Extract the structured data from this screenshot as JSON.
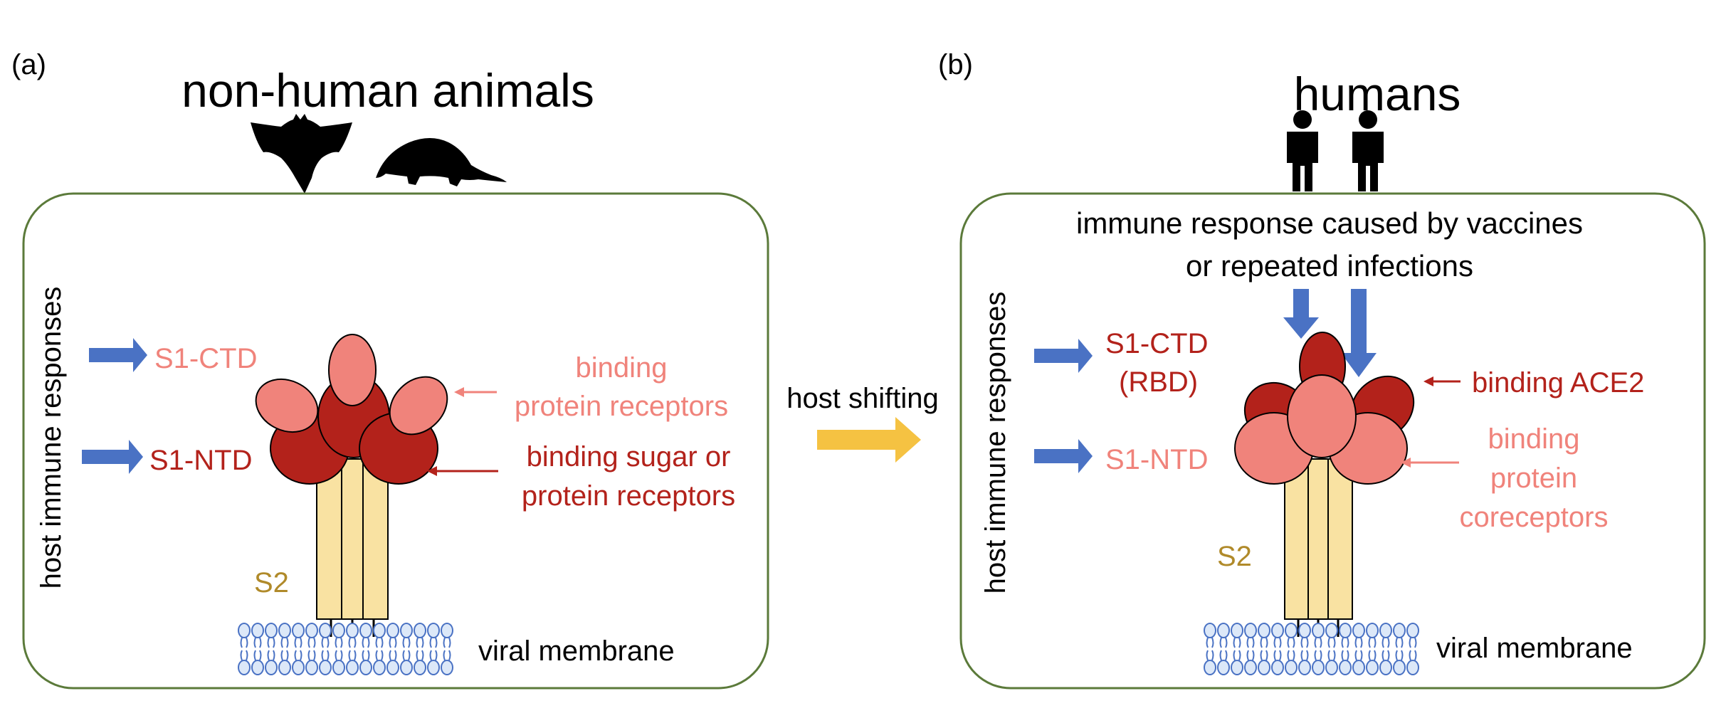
{
  "colors": {
    "panel_border": "#5b7a3a",
    "dark_red": "#b3221b",
    "light_red": "#f0837b",
    "s2_fill": "#f9e2a2",
    "s2_text": "#b08a2a",
    "blue_arrow": "#4a72c4",
    "yellow_arrow": "#f5c242",
    "membrane": "#4a72c4"
  },
  "panel_a": {
    "label": "(a)",
    "title": "non-human animals",
    "icons": [
      "bat-icon",
      "pangolin-icon"
    ],
    "side_label": "host immune responses",
    "s1_ctd": "S1-CTD",
    "s1_ntd": "S1-NTD",
    "binding_protein": [
      "binding",
      "protein receptors"
    ],
    "binding_sugar": [
      "binding sugar or",
      "protein receptors"
    ],
    "s2": "S2",
    "membrane": "viral membrane"
  },
  "middle": {
    "host_shifting": "host shifting"
  },
  "panel_b": {
    "label": "(b)",
    "title": "humans",
    "icons": [
      "person-icon",
      "person-icon"
    ],
    "immune_text": [
      "immune response caused by vaccines",
      "or repeated infections"
    ],
    "side_label": "host immune responses",
    "s1_ctd": [
      "S1-CTD",
      "(RBD)"
    ],
    "s1_ntd": "S1-NTD",
    "binding_ace2": "binding ACE2",
    "binding_coreceptors": [
      "binding",
      "protein",
      "coreceptors"
    ],
    "s2": "S2",
    "membrane": "viral membrane"
  }
}
